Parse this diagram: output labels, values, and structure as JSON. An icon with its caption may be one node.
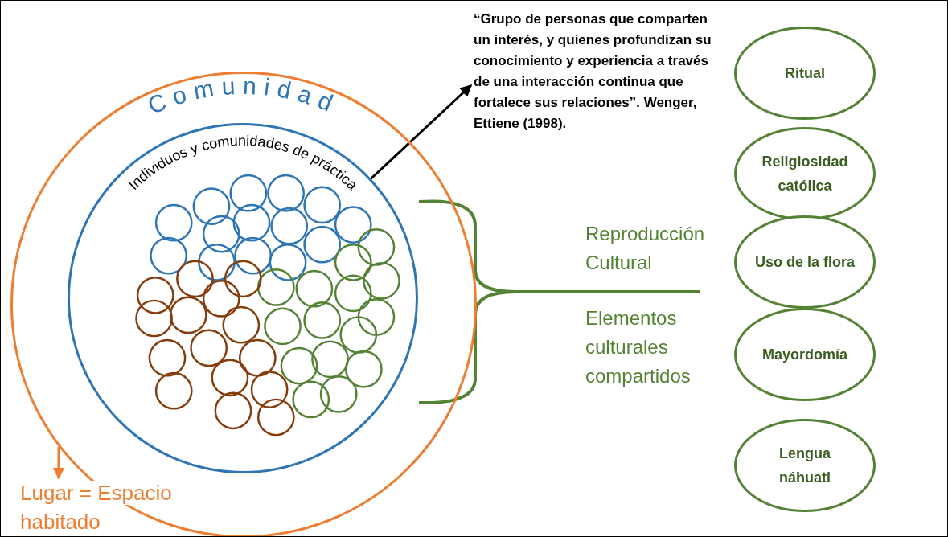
{
  "diagram": {
    "nodes": [
      {
        "text": [
          "Comunidad"
        ]
      },
      {
        "text": [
          "Individuos y comunidades de práctica"
        ],
        "in": 0
      },
      {
        "text": [
          "“Grupo de personas que comparten un interés, y quienes profundizan su conocimiento y experiencia a través de una interacción continua que fortalece sus relaciones”. Wenger, Ettiene (1998)."
        ]
      },
      {
        "text": [
          "Ritual"
        ]
      },
      {
        "text": [
          "Religiosidad católica"
        ]
      },
      {
        "text": [
          "Uso de la flora"
        ]
      },
      {
        "text": [
          "Mayordomía"
        ]
      },
      {
        "text": [
          "Lengua náhuatl"
        ]
      },
      {
        "text": [
          "Lugar = Espacio habitado"
        ]
      }
    ],
    "edges": [
      {
        "from": 1,
        "to": 2,
        "arrow": "to",
        "color": "#000000"
      },
      {
        "from": 0,
        "to": 8,
        "arrow": "to",
        "color": "#ed7d31"
      }
    ],
    "labels": [
      "Reproducción Cultural",
      "Elementos culturales compartidos"
    ]
  }
}
